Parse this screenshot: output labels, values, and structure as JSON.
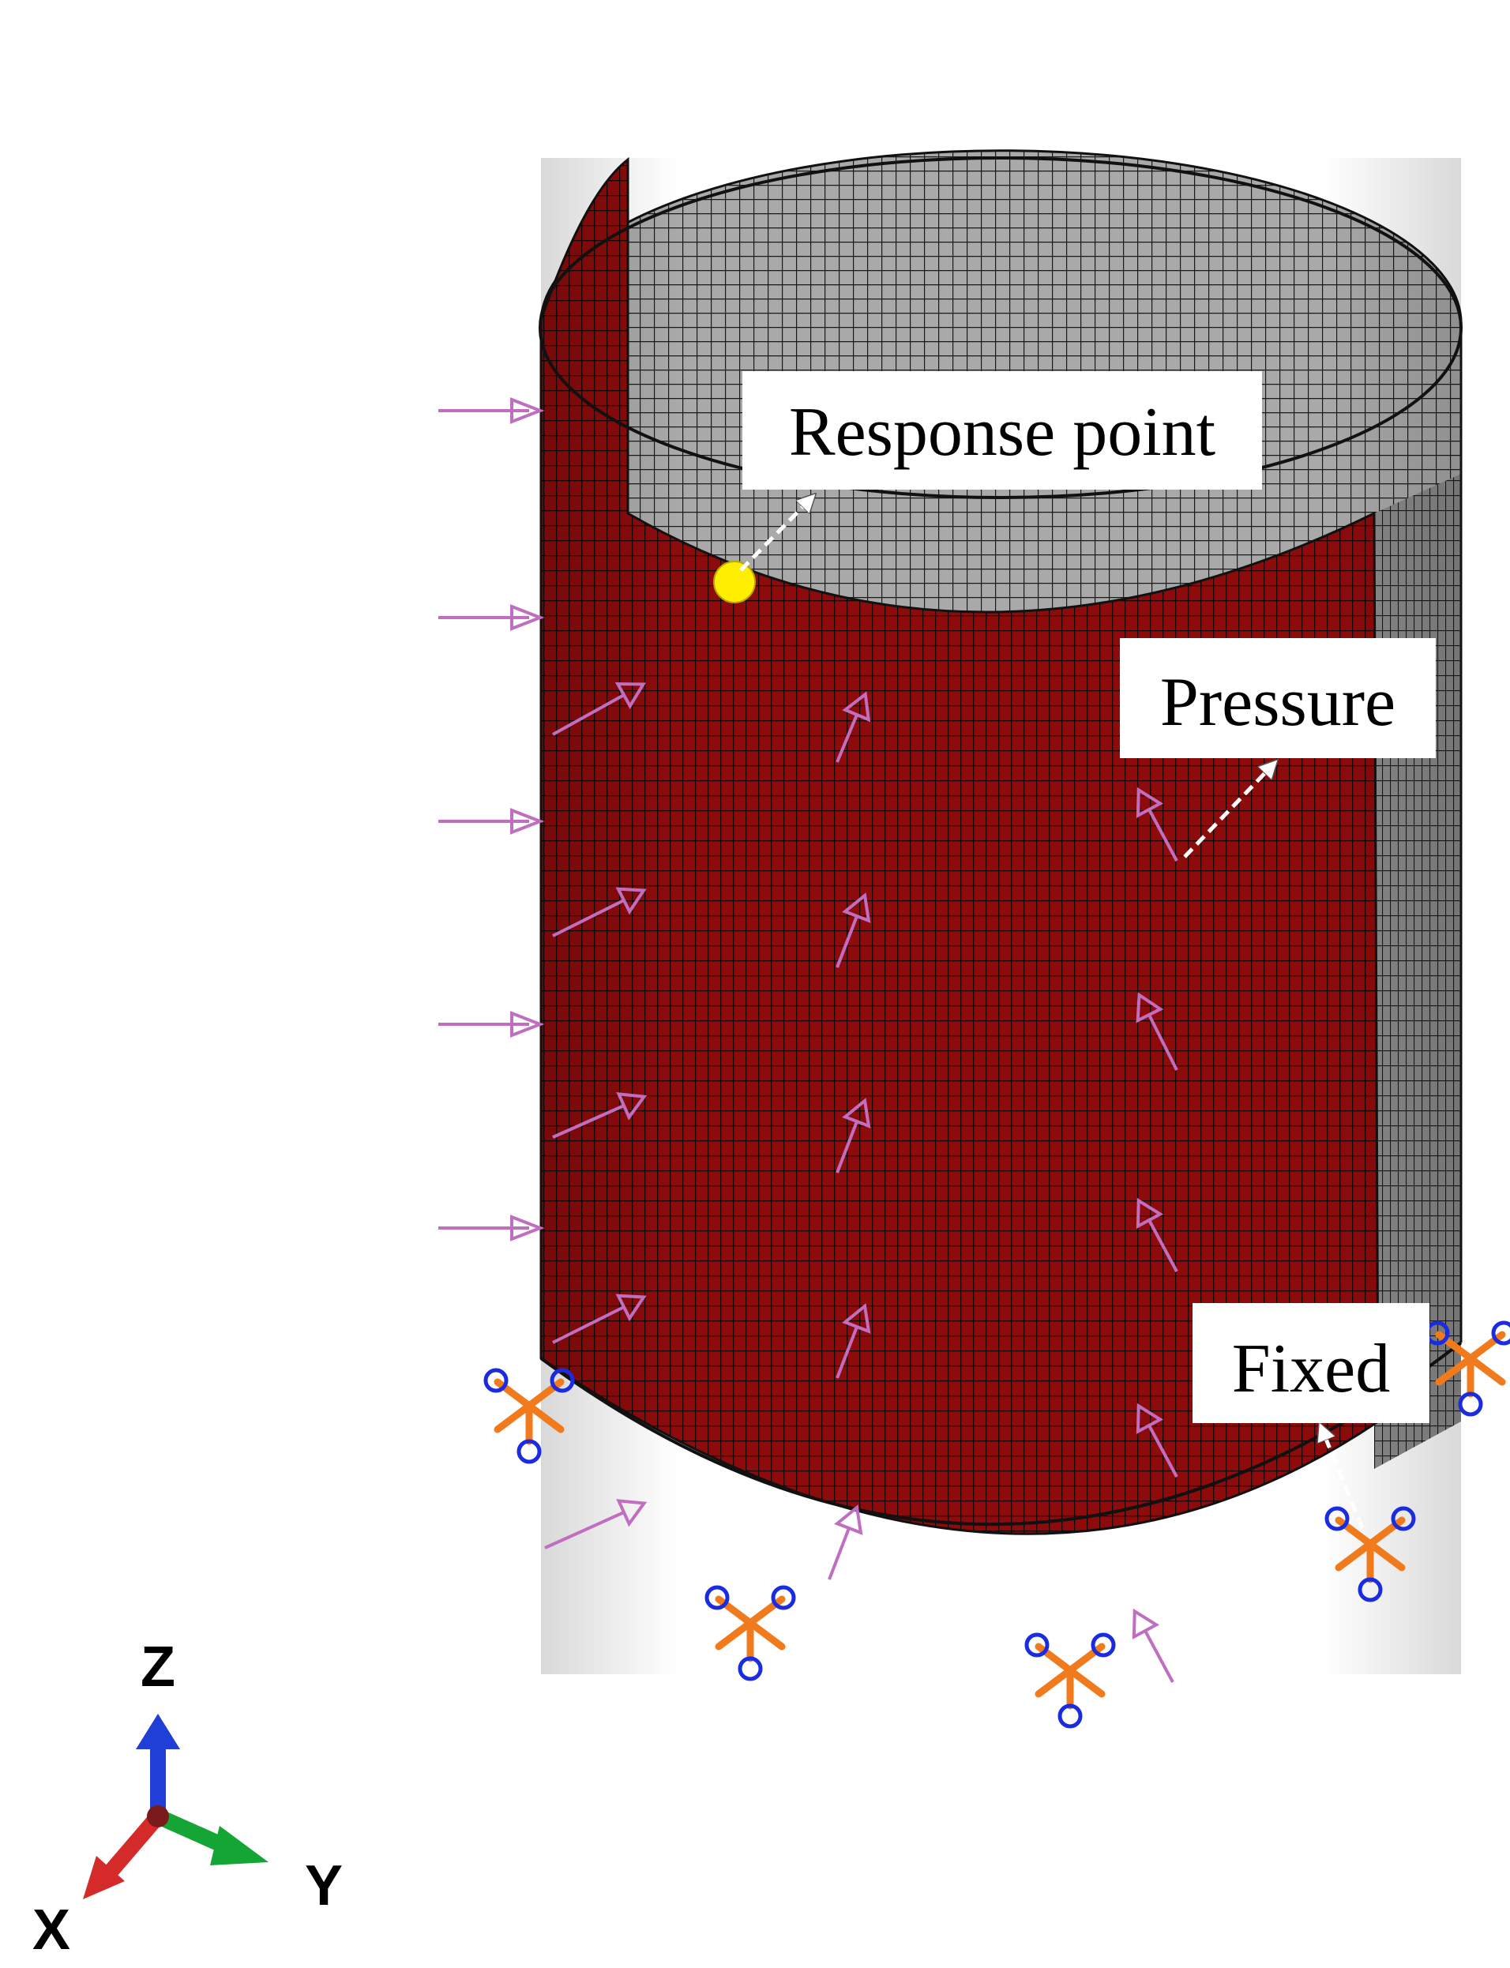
{
  "labels": {
    "response_point": "Response point",
    "pressure": "Pressure",
    "fixed": "Fixed"
  },
  "triad": {
    "z": "Z",
    "x": "X",
    "y": "Y"
  },
  "colors": {
    "shell_outer": "#8b0c0c",
    "shell_inner": "#a6a6a6",
    "mesh_line": "#111111",
    "load_arrow": "#c06fc0",
    "response_point": "#ffee00",
    "bc_orange": "#f07a1c",
    "bc_blue": "#1a2be0",
    "axis_z": "#1f3fd6",
    "axis_y": "#15a535",
    "axis_x": "#d42a2a"
  }
}
